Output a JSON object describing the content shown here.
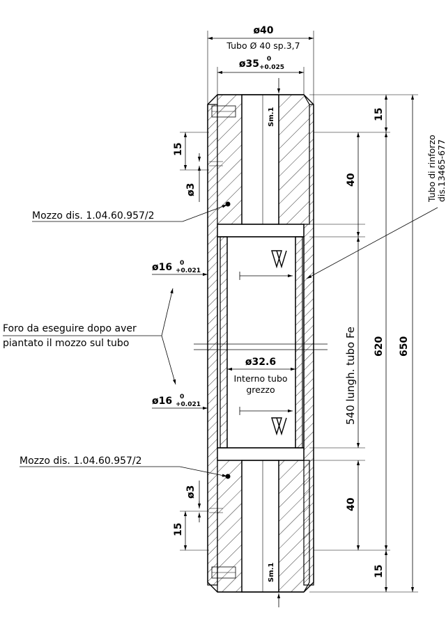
{
  "dimensions": {
    "outer_diameter": "ø40",
    "tube_spec": "Tubo Ø 40 sp.3,7",
    "hub_bore": "ø35",
    "hub_bore_tol_upper": "0",
    "hub_bore_tol_lower": "+0.025",
    "hole_dia_top": "ø16",
    "hole_dia_bottom": "ø16",
    "hole_tol_upper": "0",
    "hole_tol_lower": "+0.021",
    "inner_dia": "ø32.6",
    "inner_note_1": "Interno tubo",
    "inner_note_2": "grezzo",
    "bead_dia_top": "ø3",
    "bead_dia_bottom": "ø3",
    "weld_len_top": "15",
    "weld_len_bottom": "15",
    "chamfer_top": "Sm.1",
    "chamfer_bottom": "Sm.1",
    "len_15_top": "15",
    "len_15_bottom": "15",
    "len_40_top": "40",
    "len_40_bottom": "40",
    "len_620": "620",
    "len_650": "650",
    "len_540": "540 lungh. tubo Fe"
  },
  "labels": {
    "hub_top": "Mozzo dis. 1.04.60.957/2",
    "hub_bottom": "Mozzo dis. 1.04.60.957/2",
    "hole_note_1": "Foro da eseguire dopo aver",
    "hole_note_2": "piantato il mozzo sul tubo",
    "reinforce_1": "Tubo di rinforzo",
    "reinforce_2": "dis.13465-677"
  }
}
